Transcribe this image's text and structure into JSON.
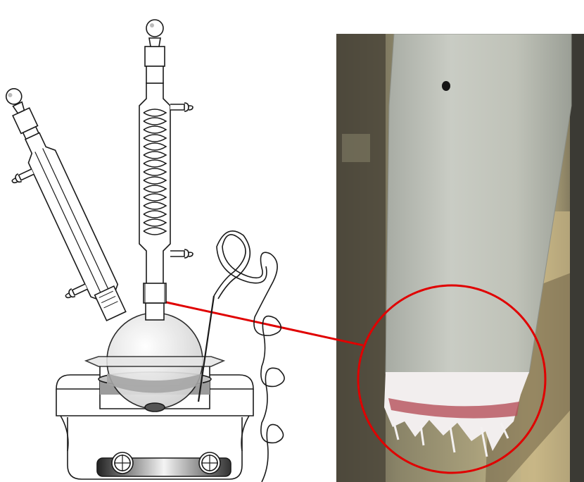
{
  "figure": {
    "left_panel": "glassware-schematic",
    "right_panel": "photo-condenser-tip",
    "highlight_color": "#e00000"
  },
  "components": [
    {
      "name": "vertical-coil-condenser",
      "icon": "coil-condenser-icon"
    },
    {
      "name": "angled-liebig-condenser",
      "icon": "straight-condenser-icon"
    },
    {
      "name": "two-neck-round-bottom-flask",
      "icon": "round-flask-icon"
    },
    {
      "name": "bath-dish",
      "icon": "bath-icon"
    },
    {
      "name": "thermocouple-probe",
      "icon": "probe-icon"
    },
    {
      "name": "coiled-tubing",
      "icon": "tubing-coil-icon"
    },
    {
      "name": "hotplate-stirrer",
      "icon": "hotplate-icon"
    },
    {
      "name": "stir-bar",
      "icon": "stir-bar-icon"
    }
  ],
  "colors": {
    "outline": "#1a1a1a",
    "bath_liquid": "#9c9c9c",
    "glass_fill": "#eaeaea",
    "callout": "#e00000",
    "crystals": "#f2eeee",
    "crystal_band": "#b5505a"
  }
}
